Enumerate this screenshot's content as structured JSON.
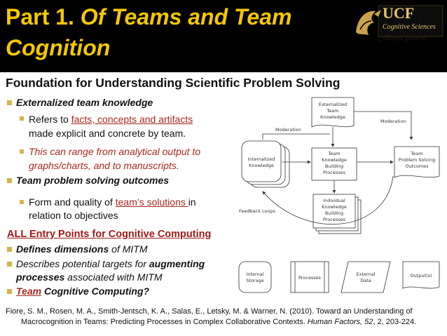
{
  "header": {
    "title_prefix": "Part 1. ",
    "title_italic_1": "Of Teams and Team",
    "title_line2": "Cognition",
    "logo": {
      "name": "UCF",
      "subtitle": "Cognitive Sciences",
      "reflection": "Cognitive Sciences"
    },
    "colors": {
      "title": "#f5c800",
      "background": "#000000",
      "bullet": "#d4b54a"
    }
  },
  "subtitle": "Foundation for Understanding Scientific Problem Solving",
  "bullets": {
    "b1": "Externalized team knowledge",
    "b1_sub1_pre": "Refers to ",
    "b1_sub1_link": "facts, concepts and artifacts",
    "b1_sub1_post": "made explicit and concrete by team.",
    "b1_sub2_l1": "This can range from analytical output to",
    "b1_sub2_l2": "graphs/charts, and to manuscripts.",
    "b2": "Team problem solving outcomes",
    "b2_sub1_pre": "Form and quality of ",
    "b2_sub1_link": "team’s solutions ",
    "b2_sub1_post": "in",
    "b2_sub1_l2": "relation to objectives"
  },
  "entry": {
    "heading": "ALL Entry Points for Cognitive Computing",
    "e1_bold": "Defines dimensions",
    "e1_rest": " of MITM",
    "e2_pre": "Describes potential targets for ",
    "e2_bold": "augmenting",
    "e2_l2_bold": "processes",
    "e2_l2_rest": " associated with MITM",
    "e3_link": "Team",
    "e3_rest": " Cognitive Computing?"
  },
  "diagram": {
    "ext_knowledge": [
      "Externalized",
      "Team",
      "Knowledge"
    ],
    "moderation_left": "Moderation",
    "moderation_right": "Moderation",
    "internalized": [
      "Internalized",
      "Knowledge"
    ],
    "team_kbp": [
      "Team",
      "Knowledge",
      "Building",
      "Processes"
    ],
    "outcomes": [
      "Team",
      "Problem Solving",
      "Outcomes"
    ],
    "individual_kbp": [
      "Individual",
      "Knowledge",
      "Building",
      "Processes"
    ],
    "feedback": "Feedback Loops",
    "internal_storage": [
      "Internal",
      "Storage"
    ],
    "processes": "Processes",
    "external_data": [
      "External",
      "Data"
    ],
    "outputs": "Output(s)"
  },
  "citation": {
    "l1": "Fiore, S. M., Rosen, M. A., Smith-Jentsch, K. A., Salas, E., Letsky, M. & Warner, N. (2010). Toward an Understanding of",
    "l2_pre": "Macrocognition in Teams: Predicting Processes in Complex Collaborative Contexts. ",
    "l2_journal": "Human Factors, 52",
    "l2_post": ", 2, 203-224."
  }
}
